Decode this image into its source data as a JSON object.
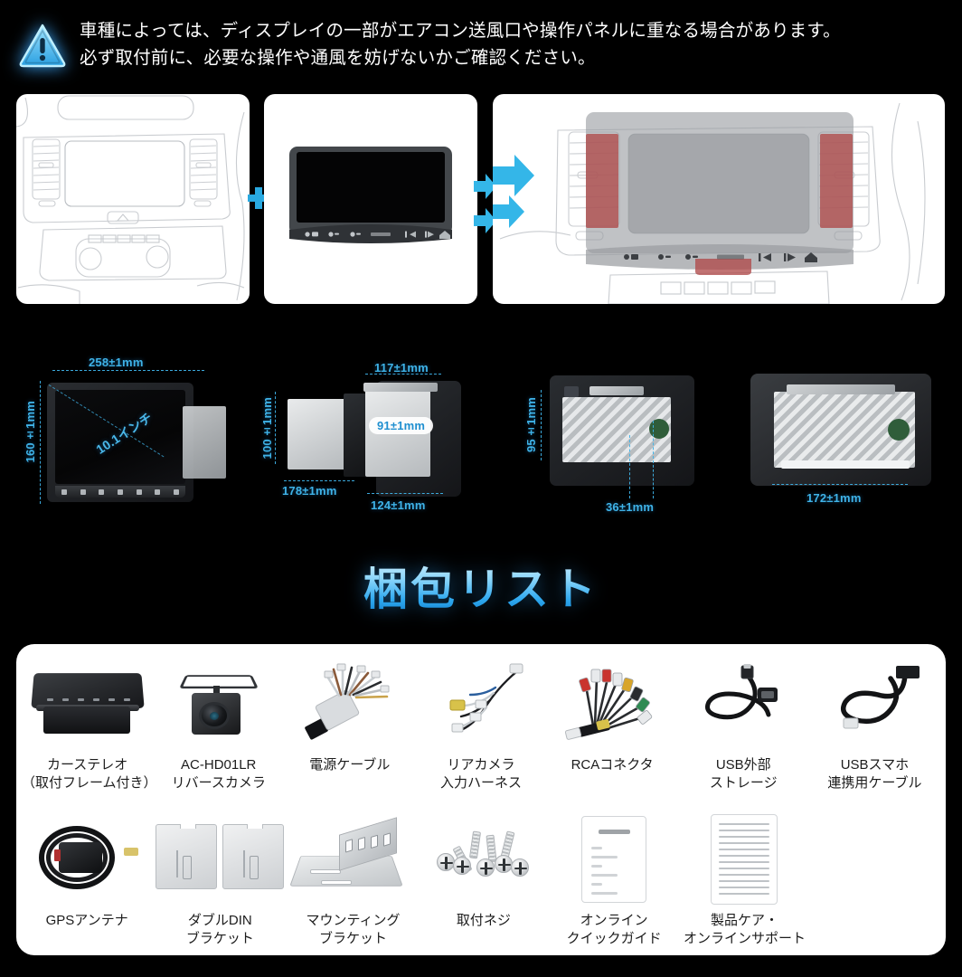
{
  "warning": {
    "icon": "warning-triangle-icon",
    "line1": "車種によっては、ディスプレイの一部がエアコン送風口や操作パネルに重なる場合があります。",
    "line2": "必ず取付前に、必要な操作や通風を妨げないかご確認ください。",
    "accent_color": "#3fb3e8"
  },
  "panels": {
    "plus_symbol": "+",
    "arrow_symbol": "▶",
    "panel1_name": "car-dashboard-outline",
    "panel2_name": "car-stereo-unit",
    "panel3_name": "installed-overlap-diagram",
    "overlap_color": "#b04a4a"
  },
  "dimensions": {
    "front": {
      "width": "258±1mm",
      "height": "160±1mm",
      "diagonal": "10.1インチ"
    },
    "bracket": {
      "top": "117±1mm",
      "left": "100±1mm",
      "inner": "91±1mm",
      "bottom_left": "178±1mm",
      "bottom_right": "124±1mm"
    },
    "side": {
      "height": "95±1mm",
      "depth": "36±1mm"
    },
    "rear": {
      "width": "172±1mm"
    },
    "label_color": "#3fb3e8"
  },
  "section_title": "梱包リスト",
  "packing_list": {
    "row1": [
      {
        "art": "car-stereo-with-frame",
        "label": "カーステレオ\n（取付フレーム付き）"
      },
      {
        "art": "reverse-camera",
        "label": "AC-HD01LR\nリバースカメラ"
      },
      {
        "art": "power-cable",
        "label": "電源ケーブル"
      },
      {
        "art": "rear-camera-input-harness",
        "label": "リアカメラ\n入力ハーネス"
      },
      {
        "art": "rca-connector",
        "label": "RCAコネクタ"
      },
      {
        "art": "usb-external-storage-cable",
        "label": "USB外部\nストレージ"
      },
      {
        "art": "usb-smartphone-link-cable",
        "label": "USBスマホ\n連携用ケーブル"
      }
    ],
    "row2": [
      {
        "art": "gps-antenna",
        "label": "GPSアンテナ"
      },
      {
        "art": "double-din-bracket",
        "label": "ダブルDIN\nブラケット"
      },
      {
        "art": "mounting-bracket",
        "label": "マウンティング\nブラケット"
      },
      {
        "art": "mounting-screws",
        "label": "取付ネジ"
      },
      {
        "art": "online-quick-guide",
        "label": "オンライン\nクイックガイド"
      },
      {
        "art": "product-care-online-support",
        "label": "製品ケア・\nオンラインサポート"
      },
      {
        "art": "",
        "label": ""
      }
    ]
  }
}
